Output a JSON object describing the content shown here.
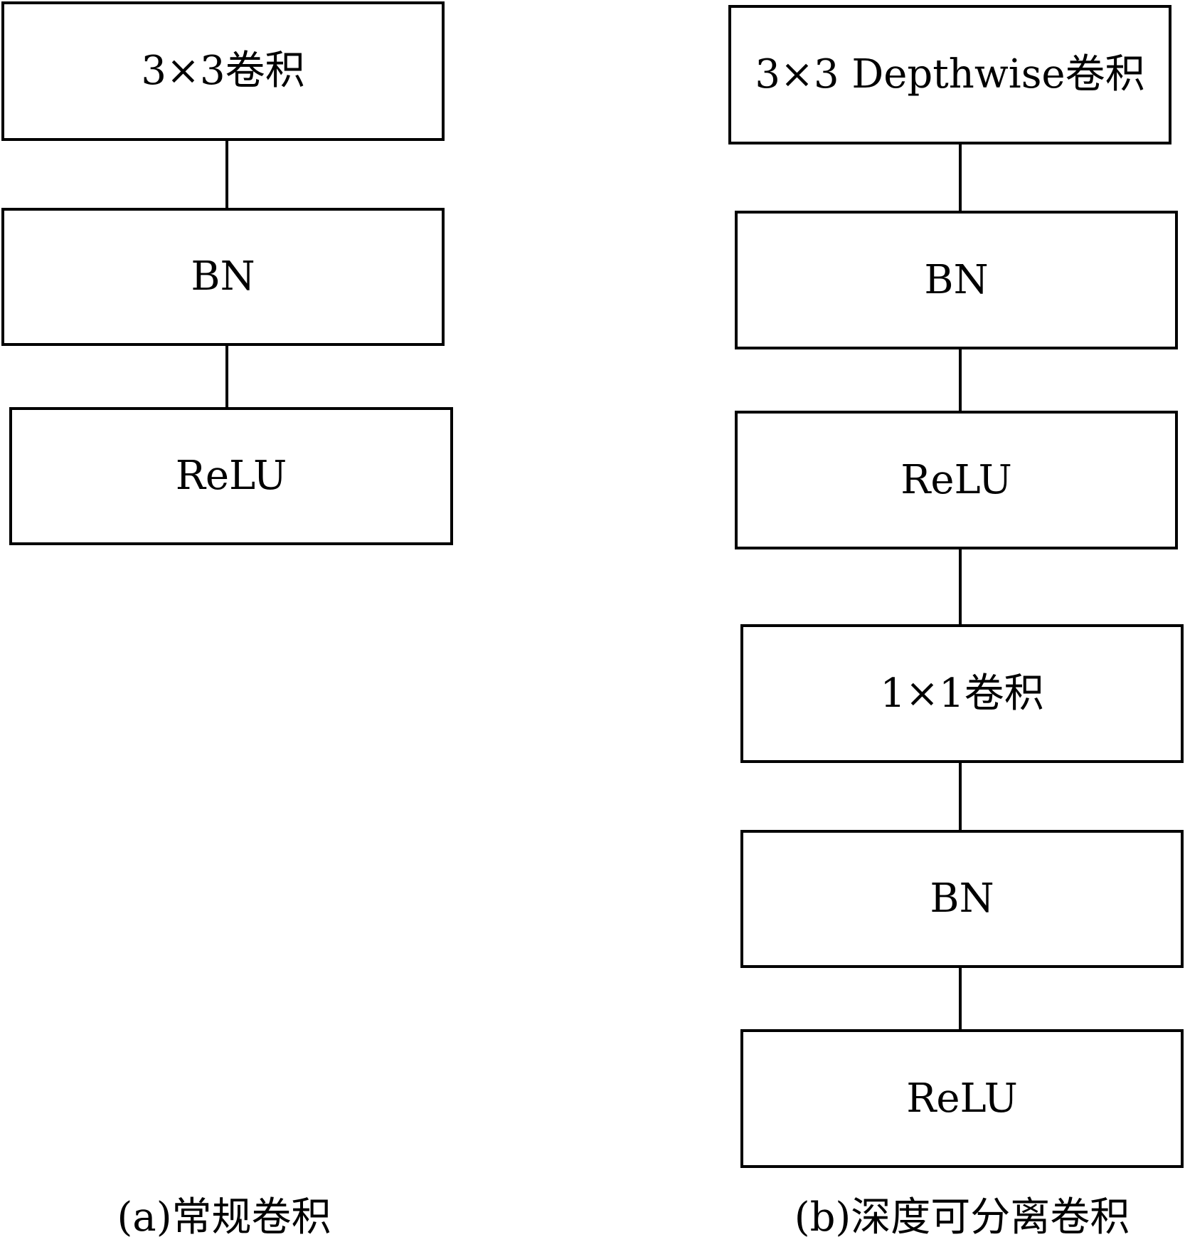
{
  "diagram_a": {
    "blocks": [
      {
        "label": "3×3卷积"
      },
      {
        "label": "BN"
      },
      {
        "label": "ReLU"
      }
    ],
    "caption": "(a)常规卷积"
  },
  "diagram_b": {
    "blocks": [
      {
        "label": "3×3 Depthwise卷积"
      },
      {
        "label": "BN"
      },
      {
        "label": "ReLU"
      },
      {
        "label": "1×1卷积"
      },
      {
        "label": "BN"
      },
      {
        "label": "ReLU"
      }
    ],
    "caption": "(b)深度可分离卷积"
  }
}
